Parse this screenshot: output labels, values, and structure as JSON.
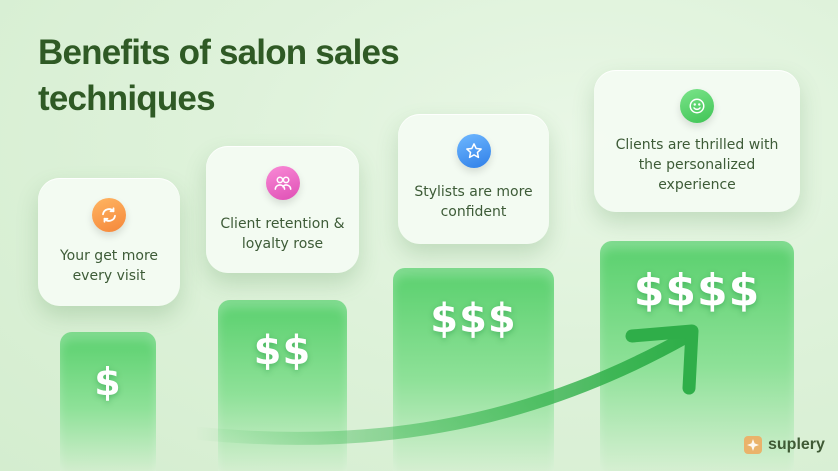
{
  "title": "Benefits of salon sales techniques",
  "steps": [
    {
      "bar_label": "$",
      "text": "Your get more every visit",
      "icon": "refresh-icon",
      "icon_color": "#f59b45"
    },
    {
      "bar_label": "$$",
      "text": "Client retention & loyalty rose",
      "icon": "users-icon",
      "icon_color": "#ee64c5"
    },
    {
      "bar_label": "$$$",
      "text": "Stylists are more confident",
      "icon": "star-icon",
      "icon_color": "#3e93f5"
    },
    {
      "bar_label": "$$$$",
      "text": "Clients are thrilled with the personalized experience",
      "icon": "smile-icon",
      "icon_color": "#4fcf62"
    }
  ],
  "brand": "suplery",
  "colors": {
    "title": "#2f5a25",
    "bar": "#59d06d",
    "arrow": "#3bb752",
    "brand_mark": "#eab36b"
  }
}
